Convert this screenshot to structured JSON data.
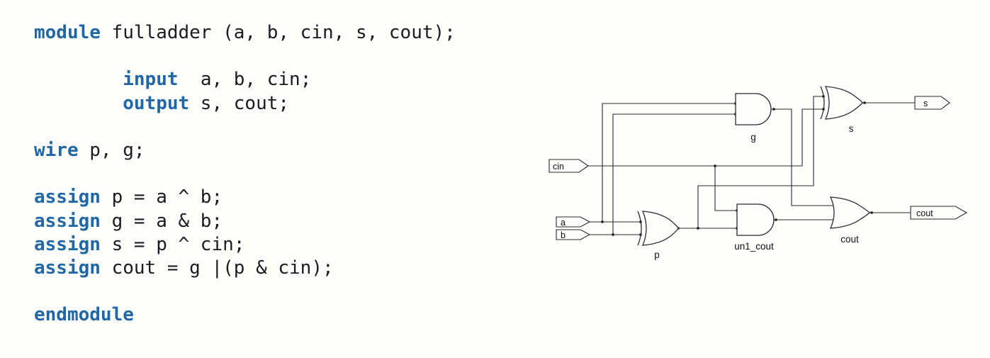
{
  "code": {
    "keyword_color": "#2167a5",
    "text_color": "#1c1c1c",
    "lines": [
      {
        "segments": [
          {
            "type": "keyword",
            "text": "module"
          },
          {
            "type": "plain",
            "text": " fulladder (a, b, cin, s, cout);"
          }
        ]
      },
      {
        "segments": []
      },
      {
        "segments": [
          {
            "type": "plain",
            "text": "        "
          },
          {
            "type": "keyword",
            "text": "input"
          },
          {
            "type": "plain",
            "text": "  a, b, cin;"
          }
        ]
      },
      {
        "segments": [
          {
            "type": "plain",
            "text": "        "
          },
          {
            "type": "keyword",
            "text": "output"
          },
          {
            "type": "plain",
            "text": " s, cout;"
          }
        ]
      },
      {
        "segments": []
      },
      {
        "segments": [
          {
            "type": "keyword",
            "text": "wire"
          },
          {
            "type": "plain",
            "text": " p, g;"
          }
        ]
      },
      {
        "segments": []
      },
      {
        "segments": [
          {
            "type": "keyword",
            "text": "assign"
          },
          {
            "type": "plain",
            "text": " p = a ^ b;"
          }
        ]
      },
      {
        "segments": [
          {
            "type": "keyword",
            "text": "assign"
          },
          {
            "type": "plain",
            "text": " g = a & b;"
          }
        ]
      },
      {
        "segments": [
          {
            "type": "keyword",
            "text": "assign"
          },
          {
            "type": "plain",
            "text": " s = p ^ cin;"
          }
        ]
      },
      {
        "segments": [
          {
            "type": "keyword",
            "text": "assign"
          },
          {
            "type": "plain",
            "text": " cout = g |(p & cin);"
          }
        ]
      },
      {
        "segments": []
      },
      {
        "segments": [
          {
            "type": "keyword",
            "text": "endmodule"
          }
        ]
      }
    ]
  },
  "schematic": {
    "input_ports": {
      "cin": "cin",
      "a": "a",
      "b": "b"
    },
    "output_ports": {
      "s": "s",
      "cout": "cout"
    },
    "gate_labels": {
      "and_g": "g",
      "xor_s": "s",
      "xor_p": "p",
      "and_un1_cout": "un1_cout",
      "or_cout": "cout"
    }
  }
}
